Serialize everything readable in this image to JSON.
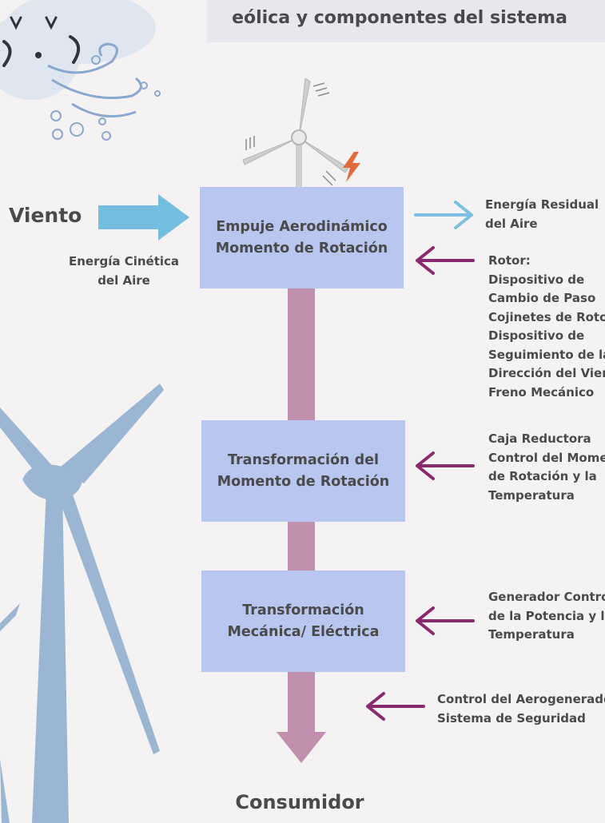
{
  "title": {
    "line2": "eólica y componentes del sistema"
  },
  "input": {
    "label": "Viento",
    "sublabel_lines": [
      "Energía Cinética",
      "del Aire"
    ]
  },
  "output": {
    "label": "Consumidor"
  },
  "stages": [
    {
      "lines": [
        "Empuje Aerodinámico",
        "Momento de Rotación"
      ]
    },
    {
      "lines": [
        "Transformación del",
        "Momento de Rotación"
      ]
    },
    {
      "lines": [
        "Transformación",
        "Mecánica/ Eléctrica"
      ]
    }
  ],
  "annotations": {
    "residual": {
      "lines": [
        "Energía Residual",
        "del Aire"
      ]
    },
    "rotor": {
      "lines": [
        "Rotor:",
        "Dispositivo de",
        "Cambio de Paso",
        "Cojinetes de Rotor",
        "Dispositivo de",
        "Seguimiento de la",
        "Dirección del Viento",
        "Freno Mecánico"
      ]
    },
    "gearbox": {
      "lines": [
        "Caja Reductora",
        "Control del Momento",
        "de Rotación y la",
        "Temperatura"
      ]
    },
    "generator": {
      "lines": [
        "Generador Control",
        "de la Potencia y la",
        "Temperatura"
      ]
    },
    "control": {
      "lines": [
        "Control del Aerogenerador",
        "Sistema de Seguridad"
      ]
    }
  },
  "colors": {
    "box": "#b9c6ef",
    "connector": "#c190ae",
    "input_arrow": "#74bedf",
    "output_arrow_light": "#7dbfe0",
    "feedback_arrow": "#8a2a6e",
    "turbine": "#9ab6d2",
    "background": "#f5f2f3"
  },
  "icons": [
    "wind-cloud-icon",
    "small-turbine-icon",
    "lightning-icon",
    "large-turbine-icon"
  ]
}
